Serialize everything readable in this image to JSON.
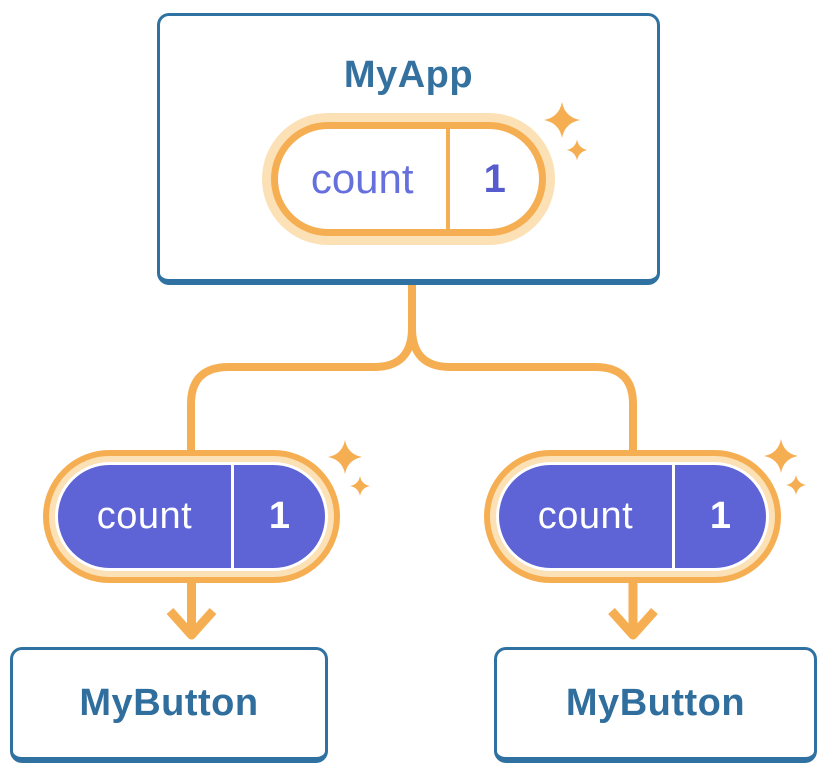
{
  "colors": {
    "card_border_blue": "#2F72A1",
    "heading_text_blue": "#35719E",
    "accent_orange": "#F6AE52",
    "accent_orange_light": "#FBE1B5",
    "state_pill_purple": "#5E63D6",
    "state_label_purple": "#6570DC",
    "state_value_purple": "#565CCD"
  },
  "diagram": {
    "parent_component": {
      "title": "MyApp",
      "state": {
        "label": "count",
        "value": "1"
      }
    },
    "child_components": [
      {
        "title": "MyButton",
        "state": {
          "label": "count",
          "value": "1"
        }
      },
      {
        "title": "MyButton",
        "state": {
          "label": "count",
          "value": "1"
        }
      }
    ]
  }
}
